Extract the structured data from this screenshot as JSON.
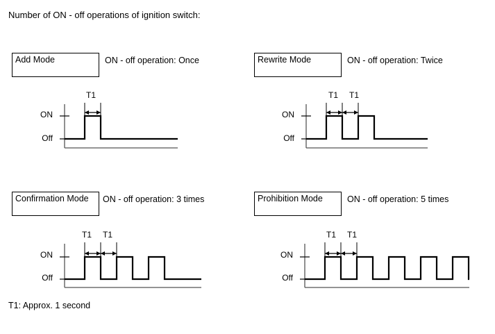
{
  "title": "Number of ON - off operations of ignition switch:",
  "footnote": "T1: Approx. 1 second",
  "axis": {
    "on_label": "ON",
    "off_label": "Off"
  },
  "t1_label": "T1",
  "panels": [
    {
      "id": "add-mode",
      "mode_label": "Add Mode",
      "operation_text": "ON - off operation: Once",
      "pulse_count": 1,
      "t1_markers": 1
    },
    {
      "id": "rewrite-mode",
      "mode_label": "Rewrite Mode",
      "operation_text": "ON - off operation: Twice",
      "pulse_count": 2,
      "t1_markers": 2
    },
    {
      "id": "confirmation-mode",
      "mode_label": "Confirmation Mode",
      "operation_text": "ON - off operation: 3 times",
      "pulse_count": 3,
      "t1_markers": 2
    },
    {
      "id": "prohibition-mode",
      "mode_label": "Prohibition Mode",
      "operation_text": "ON - off operation: 5 times",
      "pulse_count": 5,
      "t1_markers": 2
    }
  ],
  "chart_data": {
    "type": "line",
    "title": "Number of ON - off operations of ignition switch:",
    "ylabel": "",
    "xlabel": "",
    "note": "T1: Approx. 1 second",
    "levels": [
      "Off",
      "ON"
    ],
    "series": [
      {
        "name": "Add Mode",
        "operations": 1,
        "waveform": "off, ON(T1), off"
      },
      {
        "name": "Rewrite Mode",
        "operations": 2,
        "waveform": "off, ON(T1), off(T1), ON(T1), off"
      },
      {
        "name": "Confirmation Mode",
        "operations": 3,
        "waveform": "off, ON(T1), off(T1), ON(T1), off(T1), ON(T1), off"
      },
      {
        "name": "Prohibition Mode",
        "operations": 5,
        "waveform": "off, [ON(T1), off(T1)] x5"
      }
    ]
  },
  "colors": {
    "stroke": "#000000",
    "axis": "#555555",
    "background": "#ffffff"
  }
}
